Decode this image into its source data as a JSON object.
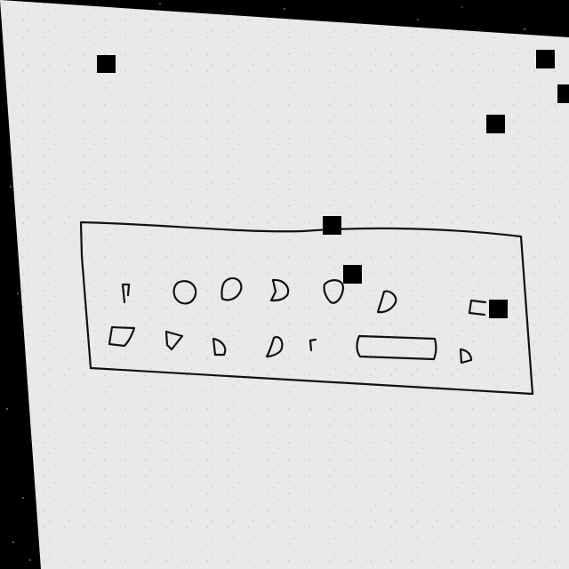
{
  "colors": {
    "background": "#000000",
    "paper": "#e9e9e9",
    "ink": "#111111",
    "speckle": "#9a9a9a"
  },
  "sketch": {
    "panel": "keyboard-wireframe-panel",
    "row1_keys": [
      {
        "shape": "tall-narrow-key"
      },
      {
        "shape": "round-key"
      },
      {
        "shape": "round-key"
      },
      {
        "shape": "d-shaped-key"
      },
      {
        "shape": "round-key"
      },
      {
        "shape": "d-shaped-key"
      },
      {
        "shape": "bracket-key"
      }
    ],
    "row2_keys": [
      {
        "shape": "trapezoid-key"
      },
      {
        "shape": "triangle-key"
      },
      {
        "shape": "d-shaped-key"
      },
      {
        "shape": "d-shaped-key"
      },
      {
        "shape": "small-hook-key"
      },
      {
        "shape": "spacebar-key"
      },
      {
        "shape": "small-d-key"
      }
    ]
  },
  "markers": [
    {
      "name": "marker-1"
    },
    {
      "name": "marker-2"
    },
    {
      "name": "marker-3"
    },
    {
      "name": "marker-4"
    },
    {
      "name": "marker-5"
    },
    {
      "name": "marker-6"
    },
    {
      "name": "marker-7"
    }
  ]
}
